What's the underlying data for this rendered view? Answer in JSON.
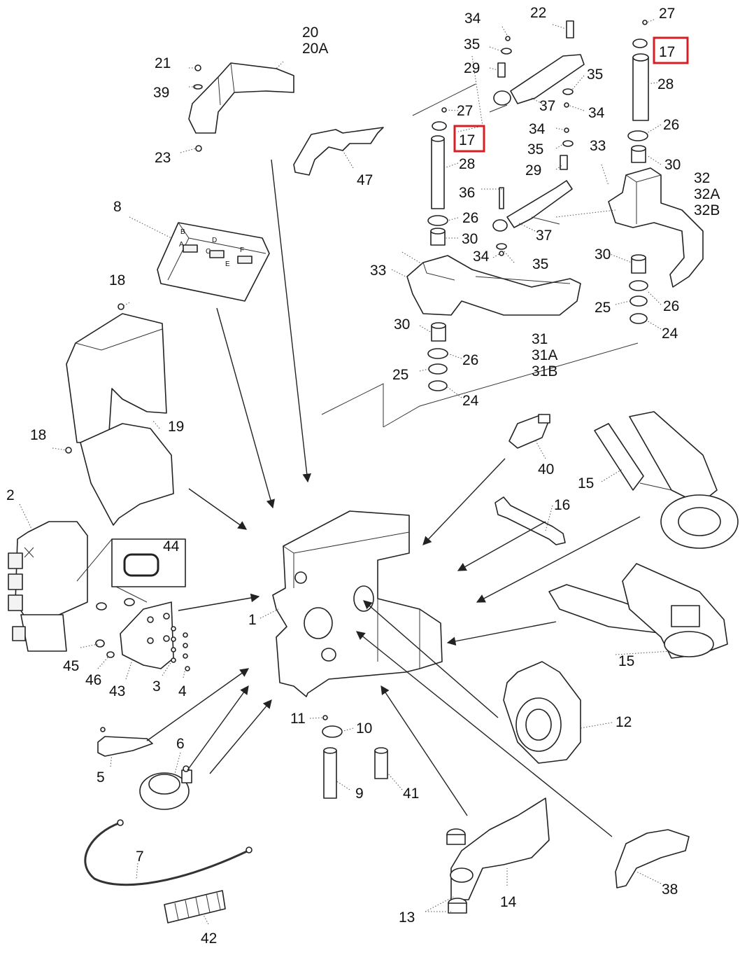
{
  "diagram": {
    "labels": {
      "p1": "1",
      "p2": "2",
      "p3": "3",
      "p4": "4",
      "p5": "5",
      "p6": "6",
      "p7": "7",
      "p8": "8",
      "p9": "9",
      "p10": "10",
      "p11": "11",
      "p12": "12",
      "p13": "13",
      "p14": "14",
      "p15a": "15",
      "p15b": "15",
      "p16": "16",
      "p17a": "17",
      "p17b": "17",
      "p18a": "18",
      "p18b": "18",
      "p19": "19",
      "p20": "20",
      "p20A": "20A",
      "p21": "21",
      "p22": "22",
      "p23": "23",
      "p24a": "24",
      "p24b": "24",
      "p25a": "25",
      "p25b": "25",
      "p26a": "26",
      "p26b": "26",
      "p26c": "26",
      "p26d": "26",
      "p27a": "27",
      "p27b": "27",
      "p28a": "28",
      "p28b": "28",
      "p29a": "29",
      "p29b": "29",
      "p30a": "30",
      "p30b": "30",
      "p30c": "30",
      "p30d": "30",
      "p31": "31",
      "p31A": "31A",
      "p31B": "31B",
      "p32": "32",
      "p32A": "32A",
      "p32B": "32B",
      "p33a": "33",
      "p33b": "33",
      "p34a": "34",
      "p34b": "34",
      "p34c": "34",
      "p34d": "34",
      "p35a": "35",
      "p35b": "35",
      "p35c": "35",
      "p35d": "35",
      "p36": "36",
      "p37a": "37",
      "p37b": "37",
      "p38": "38",
      "p39": "39",
      "p40": "40",
      "p41": "41",
      "p42": "42",
      "p43": "43",
      "p44": "44",
      "p45": "45",
      "p46": "46",
      "p47": "47"
    },
    "connector_labels": {
      "e1": "A",
      "e2": "B",
      "e3": "C",
      "e4": "D",
      "e5": "E",
      "e6": "F"
    },
    "highlight_color": "#d41f26"
  }
}
